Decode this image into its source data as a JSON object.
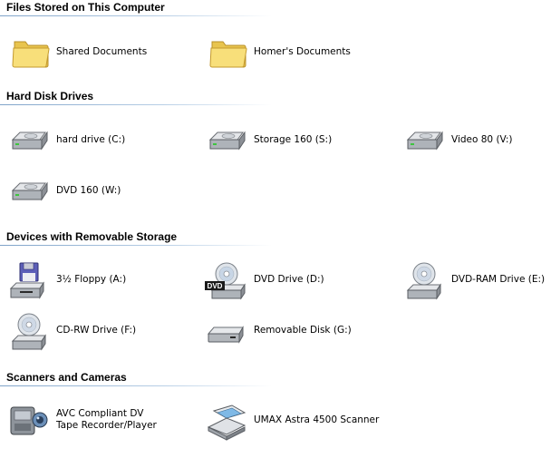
{
  "groups": {
    "files": {
      "title": "Files Stored on This Computer",
      "items": [
        {
          "label": "Shared Documents",
          "icon": "folder-icon"
        },
        {
          "label": "Homer's Documents",
          "icon": "folder-icon"
        }
      ]
    },
    "hdd": {
      "title": "Hard Disk Drives",
      "items": [
        {
          "label": "hard drive (C:)",
          "icon": "hard-drive-icon"
        },
        {
          "label": "Storage 160 (S:)",
          "icon": "hard-drive-icon"
        },
        {
          "label": "Video 80 (V:)",
          "icon": "hard-drive-icon"
        },
        {
          "label": "DVD 160 (W:)",
          "icon": "hard-drive-icon"
        }
      ]
    },
    "removable": {
      "title": "Devices with Removable Storage",
      "items": [
        {
          "label": "3½ Floppy (A:)",
          "icon": "floppy-drive-icon"
        },
        {
          "label": "DVD Drive (D:)",
          "icon": "dvd-drive-icon",
          "badge": "DVD"
        },
        {
          "label": "DVD-RAM Drive (E:)",
          "icon": "cd-drive-icon"
        },
        {
          "label": "CD-RW Drive (F:)",
          "icon": "cd-drive-icon"
        },
        {
          "label": "Removable Disk (G:)",
          "icon": "removable-disk-icon"
        }
      ]
    },
    "scanners": {
      "title": "Scanners and Cameras",
      "items": [
        {
          "label": "AVC Compliant DV Tape Recorder/Player",
          "icon": "camcorder-icon"
        },
        {
          "label": "UMAX Astra 4500 Scanner",
          "icon": "scanner-icon"
        }
      ]
    }
  },
  "colors": {
    "rule": "#7fa3c9",
    "folder": "#f5d86a",
    "drive": "#bfc3c8"
  }
}
